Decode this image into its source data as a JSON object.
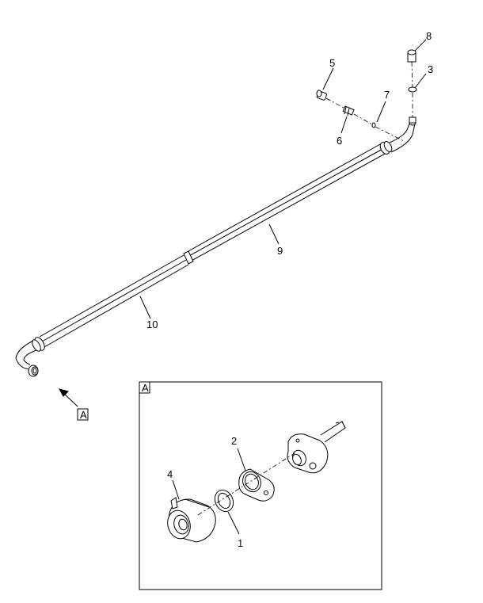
{
  "callouts": {
    "c1": "1",
    "c2": "2",
    "c3": "3",
    "c4": "4",
    "c5": "5",
    "c6": "6",
    "c7": "7",
    "c8": "8",
    "c9": "9",
    "c10": "10"
  },
  "view_reference": "A",
  "detail_view_label": "A",
  "colors": {
    "line": "#000000",
    "background": "#ffffff"
  }
}
